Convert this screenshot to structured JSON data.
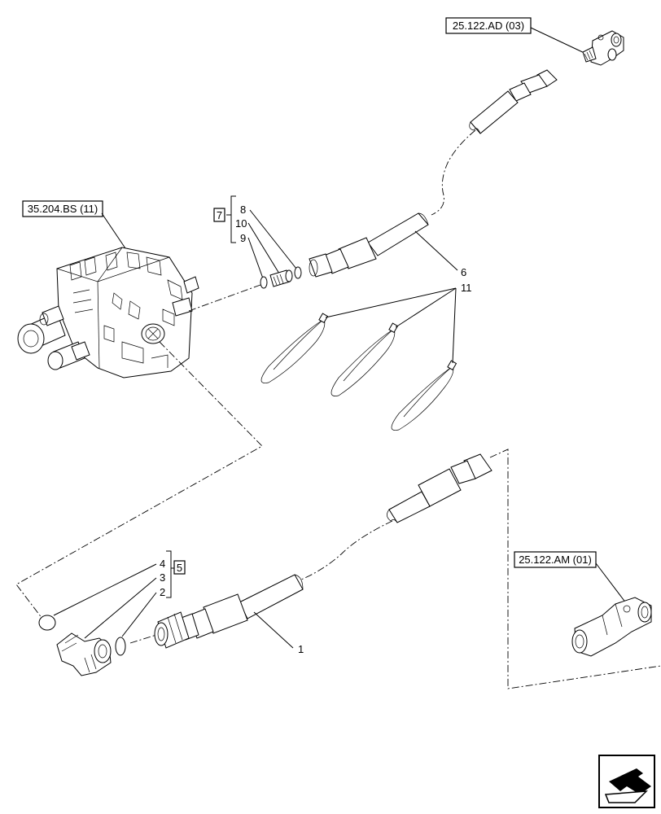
{
  "references": {
    "ref_top_right": "25.122.AD (03)",
    "ref_left": "35.204.BS (11)",
    "ref_bottom_right": "25.122.AM (01)"
  },
  "callouts": {
    "n1": "1",
    "n2": "2",
    "n3": "3",
    "n4": "4",
    "n5": "5",
    "n6": "6",
    "n7": "7",
    "n8": "8",
    "n9": "9",
    "n10": "10",
    "n11": "11"
  },
  "icons": {
    "navigation": "next-page-arrow-icon"
  }
}
